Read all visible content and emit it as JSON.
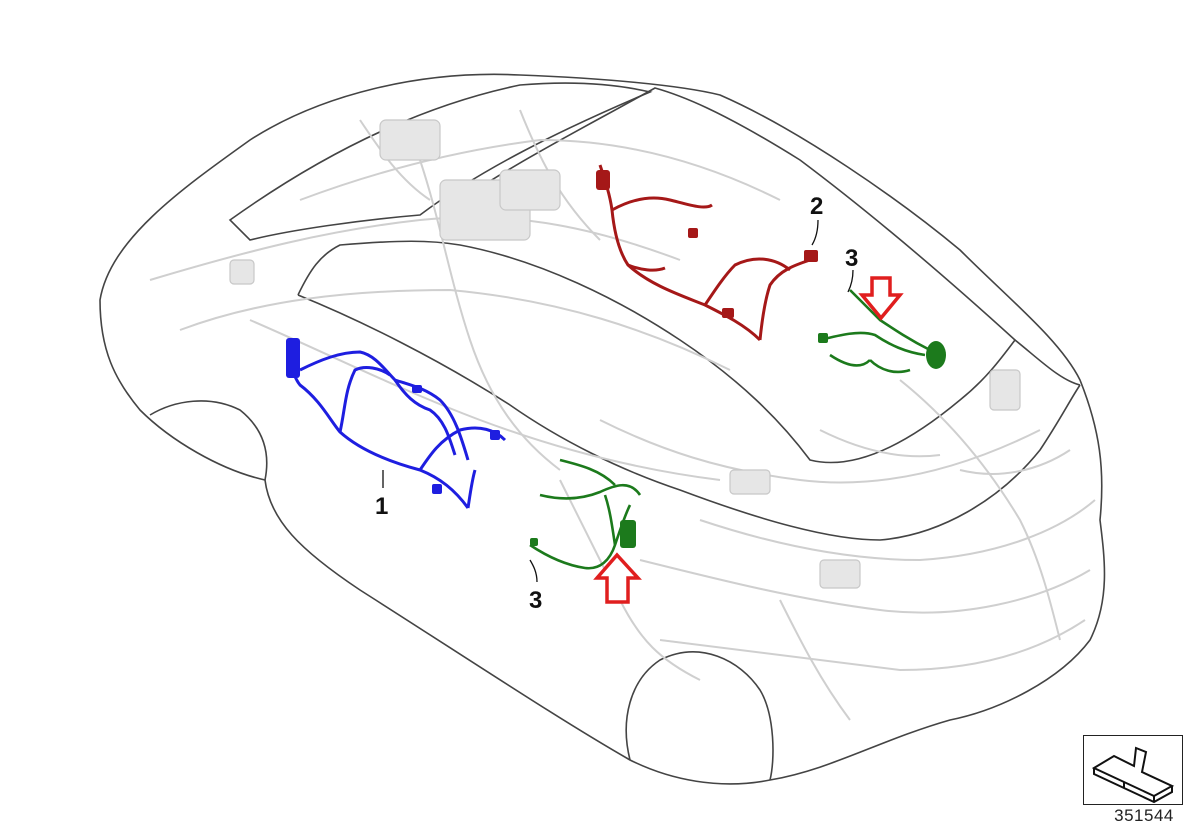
{
  "diagram": {
    "callouts": [
      {
        "id": "1",
        "text": "1"
      },
      {
        "id": "2",
        "text": "2"
      },
      {
        "id": "3a",
        "text": "3"
      },
      {
        "id": "3b",
        "text": "3"
      }
    ],
    "reference_number": "351544",
    "highlight_arrows": [
      {
        "direction": "down",
        "color": "#e01e1e"
      },
      {
        "direction": "up",
        "color": "#e01e1e"
      }
    ],
    "harness_colors": {
      "harness_1": "#1e1ee0",
      "harness_2": "#a51818",
      "harness_3": "#1c7a1c",
      "background_wiring": "#cfcfcf",
      "body_outline": "#333333"
    },
    "icons": {
      "reference_icon": "layer-arrow-icon"
    }
  }
}
